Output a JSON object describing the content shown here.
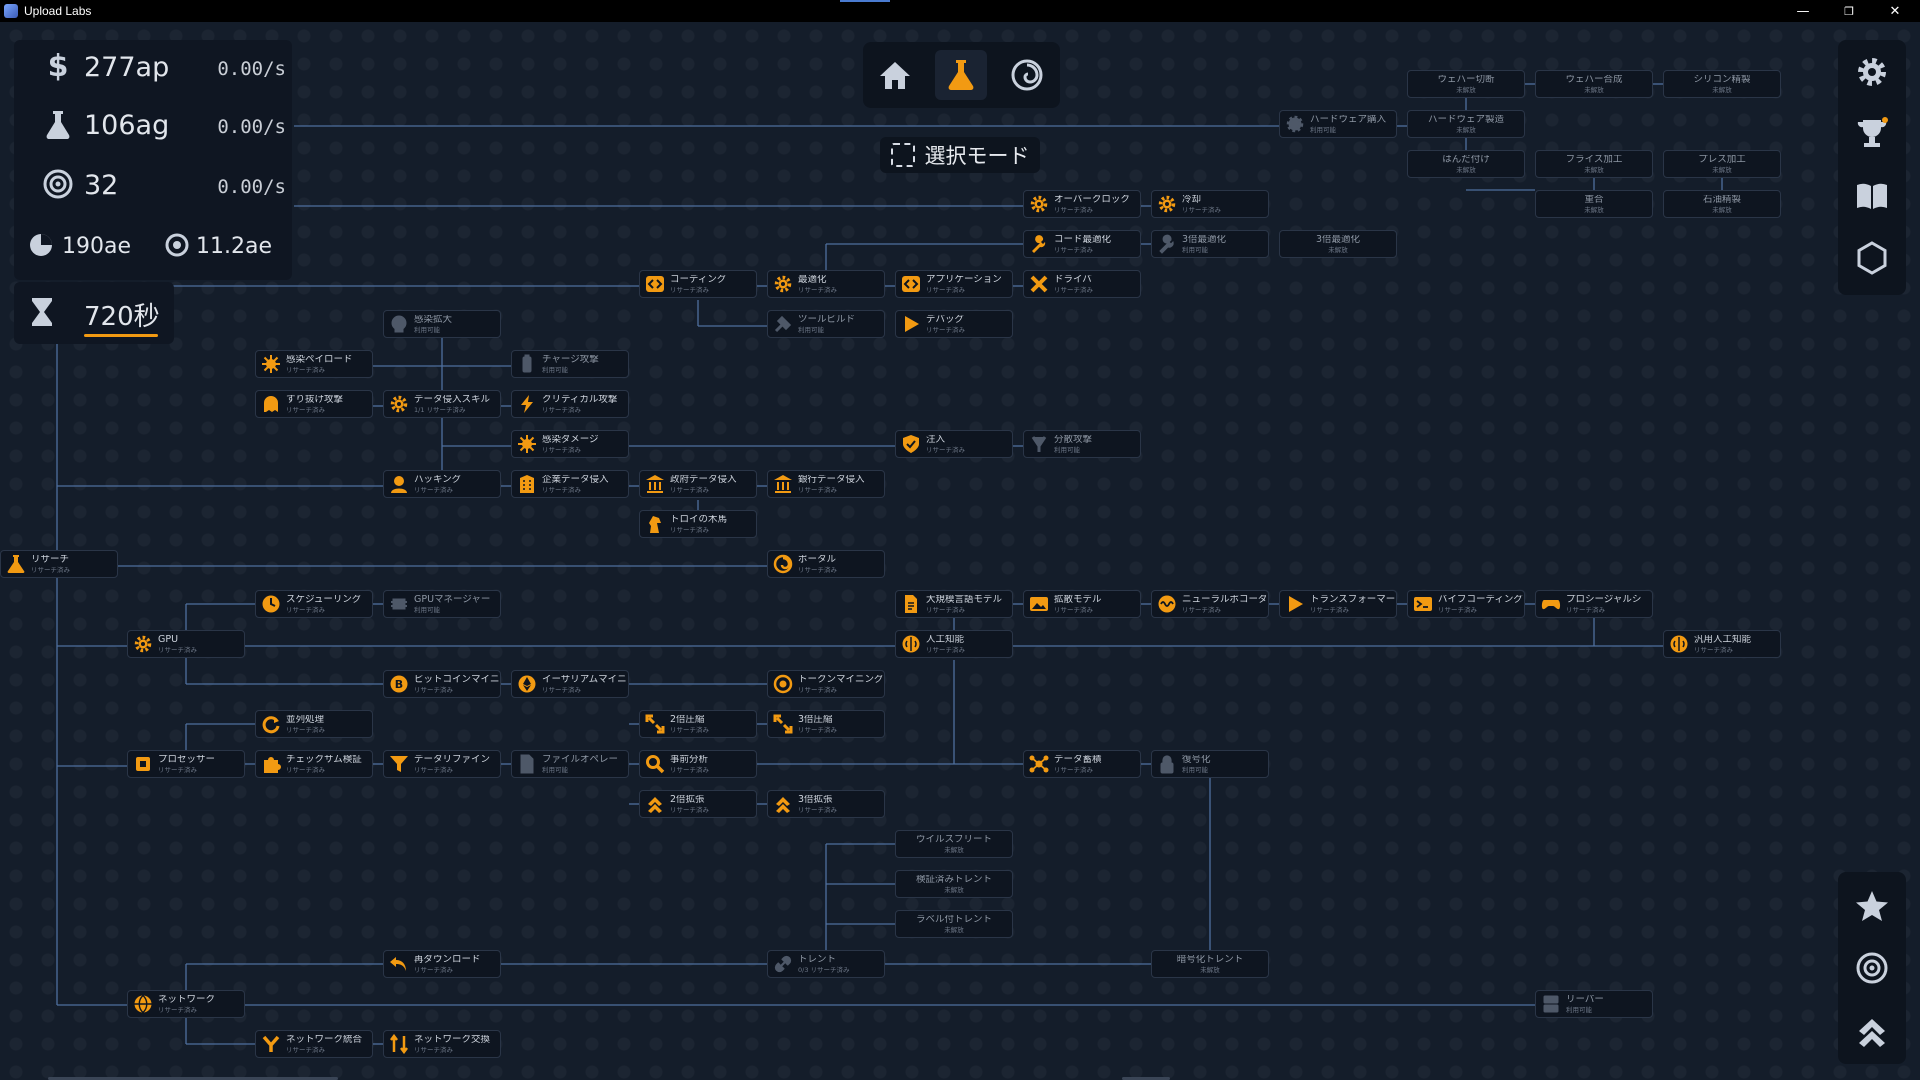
{
  "window": {
    "title": "Upload Labs",
    "minimize": "—",
    "restore": "❐",
    "close": "✕"
  },
  "resources": {
    "ap": {
      "value": "277ap",
      "rate": "0.00/s"
    },
    "ag": {
      "value": "106ag",
      "rate": "0.00/s"
    },
    "target": {
      "value": "32",
      "rate": "0.00/s"
    },
    "ae1": {
      "value": "190ae"
    },
    "ae2": {
      "value": "11.2ae"
    },
    "time": {
      "value": "720秒"
    }
  },
  "selection_mode": {
    "label": "選択モード"
  },
  "nodes": [
    {
      "name": "ウェハー切断",
      "status": "未解放",
      "icon": "",
      "state": "locked"
    },
    {
      "name": "ウェハー合成",
      "status": "未解放",
      "icon": "",
      "state": "locked"
    },
    {
      "name": "シリコン精製",
      "status": "未解放",
      "icon": "",
      "state": "locked"
    },
    {
      "name": "ハードウェア購入",
      "status": "利用可能",
      "icon": "gear",
      "state": "locked"
    },
    {
      "name": "ハードウェア製造",
      "status": "未解放",
      "icon": "",
      "state": "locked"
    },
    {
      "name": "はんだ付け",
      "status": "未解放",
      "icon": "",
      "state": "locked"
    },
    {
      "name": "フライス加工",
      "status": "未解放",
      "icon": "",
      "state": "locked"
    },
    {
      "name": "プレス加工",
      "status": "未解放",
      "icon": "",
      "state": "locked"
    },
    {
      "name": "重合",
      "status": "未解放",
      "icon": "",
      "state": "locked"
    },
    {
      "name": "石油精製",
      "status": "未解放",
      "icon": "",
      "state": "locked"
    },
    {
      "name": "オーバークロック",
      "status": "リサーチ済み",
      "icon": "gear",
      "state": "done"
    },
    {
      "name": "冷却",
      "status": "リサーチ済み",
      "icon": "gear",
      "state": "done"
    },
    {
      "name": "コード最適化",
      "status": "リサーチ済み",
      "icon": "wrench",
      "state": "done"
    },
    {
      "name": "3倍最適化",
      "status": "利用可能",
      "icon": "wrench",
      "state": "locked"
    },
    {
      "name": "3倍最適化",
      "status": "未解放",
      "icon": "",
      "state": "locked"
    },
    {
      "name": "コーディング",
      "status": "リサーチ済み",
      "icon": "code",
      "state": "done"
    },
    {
      "name": "最適化",
      "status": "リサーチ済み",
      "icon": "gear",
      "state": "done"
    },
    {
      "name": "アプリケーション",
      "status": "リサーチ済み",
      "icon": "code",
      "state": "done"
    },
    {
      "name": "ドライバ",
      "status": "リサーチ済み",
      "icon": "tools",
      "state": "done"
    },
    {
      "name": "ツールビルド",
      "status": "利用可能",
      "icon": "hammer",
      "state": "locked"
    },
    {
      "name": "デバッグ",
      "status": "リサーチ済み",
      "icon": "play",
      "state": "done"
    },
    {
      "name": "感染拡大",
      "status": "利用可能",
      "icon": "skull",
      "state": "locked"
    },
    {
      "name": "感染ペイロード",
      "status": "リサーチ済み",
      "icon": "virus",
      "state": "done"
    },
    {
      "name": "チャージ攻撃",
      "status": "利用可能",
      "icon": "battery",
      "state": "locked"
    },
    {
      "name": "すり抜け攻撃",
      "status": "リサーチ済み",
      "icon": "ghost",
      "state": "done"
    },
    {
      "name": "データ侵入スキル",
      "status": "1/1 リサーチ済み",
      "icon": "gear",
      "state": "done"
    },
    {
      "name": "クリティカル攻撃",
      "status": "リサーチ済み",
      "icon": "bolt",
      "state": "done"
    },
    {
      "name": "感染ダメージ",
      "status": "リサーチ済み",
      "icon": "virus",
      "state": "done"
    },
    {
      "name": "注入",
      "status": "リサーチ済み",
      "icon": "shield",
      "state": "done"
    },
    {
      "name": "分散攻撃",
      "status": "利用可能",
      "icon": "fork",
      "state": "locked"
    },
    {
      "name": "ハッキング",
      "status": "リサーチ済み",
      "icon": "hacker",
      "state": "done"
    },
    {
      "name": "企業データ侵入",
      "status": "リサーチ済み",
      "icon": "building",
      "state": "done"
    },
    {
      "name": "政府データ侵入",
      "status": "リサーチ済み",
      "icon": "bank",
      "state": "done"
    },
    {
      "name": "銀行データ侵入",
      "status": "リサーチ済み",
      "icon": "bank",
      "state": "done"
    },
    {
      "name": "トロイの木馬",
      "status": "リサーチ済み",
      "icon": "horse",
      "state": "done"
    },
    {
      "name": "リサーチ",
      "status": "リサーチ済み",
      "icon": "flask",
      "state": "done"
    },
    {
      "name": "ポータル",
      "status": "リサーチ済み",
      "icon": "portal",
      "state": "done"
    },
    {
      "name": "スケジューリング",
      "status": "リサーチ済み",
      "icon": "clock",
      "state": "done"
    },
    {
      "name": "GPUマネージャー",
      "status": "利用可能",
      "icon": "chip",
      "state": "locked"
    },
    {
      "name": "大規模言語モデル",
      "status": "リサーチ済み",
      "icon": "doc",
      "state": "done"
    },
    {
      "name": "拡散モデル",
      "status": "リサーチ済み",
      "icon": "image",
      "state": "done"
    },
    {
      "name": "ニューラルボコーダ",
      "status": "リサーチ済み",
      "icon": "wave",
      "state": "done"
    },
    {
      "name": "トランスフォーマー",
      "status": "リサーチ済み",
      "icon": "play",
      "state": "done"
    },
    {
      "name": "バイブコーディング",
      "status": "リサーチ済み",
      "icon": "term",
      "state": "done"
    },
    {
      "name": "プロシージャルシ",
      "status": "リサーチ済み",
      "icon": "pad",
      "state": "done"
    },
    {
      "name": "GPU",
      "status": "リサーチ済み",
      "icon": "gear",
      "state": "done"
    },
    {
      "name": "人工知能",
      "status": "リサーチ済み",
      "icon": "brain",
      "state": "done"
    },
    {
      "name": "汎用人工知能",
      "status": "リサーチ済み",
      "icon": "brain",
      "state": "done"
    },
    {
      "name": "ビットコインマイニ",
      "status": "リサーチ済み",
      "icon": "coin",
      "state": "done"
    },
    {
      "name": "イーサリアムマイニ",
      "status": "リサーチ済み",
      "icon": "eth",
      "state": "done"
    },
    {
      "name": "トークンマイニング",
      "status": "リサーチ済み",
      "icon": "target",
      "state": "done"
    },
    {
      "name": "並列処理",
      "status": "リサーチ済み",
      "icon": "cycle",
      "state": "done"
    },
    {
      "name": "2倍圧縮",
      "status": "リサーチ済み",
      "icon": "compress",
      "state": "done"
    },
    {
      "name": "3倍圧縮",
      "status": "リサーチ済み",
      "icon": "compress",
      "state": "done"
    },
    {
      "name": "プロセッサー",
      "status": "リサーチ済み",
      "icon": "cpu",
      "state": "done"
    },
    {
      "name": "チェックサム検証",
      "status": "リサーチ済み",
      "icon": "puzzle",
      "state": "done"
    },
    {
      "name": "データリファイン",
      "status": "リサーチ済み",
      "icon": "funnel",
      "state": "done"
    },
    {
      "name": "ファイルオペレー",
      "status": "利用可能",
      "icon": "file",
      "state": "locked"
    },
    {
      "name": "事前分析",
      "status": "リサーチ済み",
      "icon": "search",
      "state": "done"
    },
    {
      "name": "データ蓄積",
      "status": "リサーチ済み",
      "icon": "network",
      "state": "done"
    },
    {
      "name": "復号化",
      "status": "利用可能",
      "icon": "lock",
      "state": "locked"
    },
    {
      "name": "2倍拡張",
      "status": "リサーチ済み",
      "icon": "expand",
      "state": "done"
    },
    {
      "name": "3倍拡張",
      "status": "リサーチ済み",
      "icon": "expand",
      "state": "done"
    },
    {
      "name": "ウイルスフリート",
      "status": "未解放",
      "icon": "",
      "state": "locked"
    },
    {
      "name": "検証済みトレント",
      "status": "未解放",
      "icon": "",
      "state": "locked"
    },
    {
      "name": "ラベル付トレント",
      "status": "未解放",
      "icon": "",
      "state": "locked"
    },
    {
      "name": "再ダウンロード",
      "status": "リサーチ済み",
      "icon": "undo",
      "state": "done"
    },
    {
      "name": "トレント",
      "status": "0/3 リサーチ済み",
      "icon": "link",
      "state": "locked"
    },
    {
      "name": "暗号化トレント",
      "status": "未解放",
      "icon": "",
      "state": "locked"
    },
    {
      "name": "ネットワーク",
      "status": "リサーチ済み",
      "icon": "globe",
      "state": "done"
    },
    {
      "name": "リーパー",
      "status": "利用可能",
      "icon": "server",
      "state": "locked"
    },
    {
      "name": "ネットワーク統合",
      "status": "リサーチ済み",
      "icon": "merge",
      "state": "done"
    },
    {
      "name": "ネットワーク交換",
      "status": "リサーチ済み",
      "icon": "swap",
      "state": "done"
    }
  ],
  "colors": {
    "accent": "#f29a12",
    "node_bg": "#0e1520",
    "line": "#4e6f9e",
    "bg": "#141d2a"
  }
}
